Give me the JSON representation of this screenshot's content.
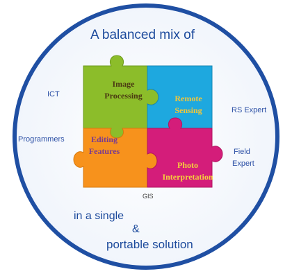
{
  "headline": "A balanced mix of",
  "pieces": {
    "image_processing": {
      "label": "Image\nProcessing",
      "color": "#8cbd2a",
      "text_color": "#4b3a12"
    },
    "remote_sensing": {
      "label": "Remote\nSensing",
      "color": "#1ea8df",
      "text_color": "#f3c63a"
    },
    "editing_features": {
      "label": "Editing\nFeatures",
      "color": "#f7921c",
      "text_color": "#7a3b8f"
    },
    "photo_interpretation": {
      "label": "Photo\nInterpretation",
      "color": "#d41d7a",
      "text_color": "#f4d13c"
    }
  },
  "roles": {
    "ict": "ICT",
    "programmers": "Programmers",
    "rs_expert": "RS Expert",
    "field_expert_1": "Field",
    "field_expert_2": "Expert",
    "gis": "GIS"
  },
  "footer": {
    "line1": "in a single",
    "line2": "&",
    "line3": "portable solution"
  },
  "colors": {
    "ring": "#1f4fa3",
    "text": "#1c4a9c"
  }
}
